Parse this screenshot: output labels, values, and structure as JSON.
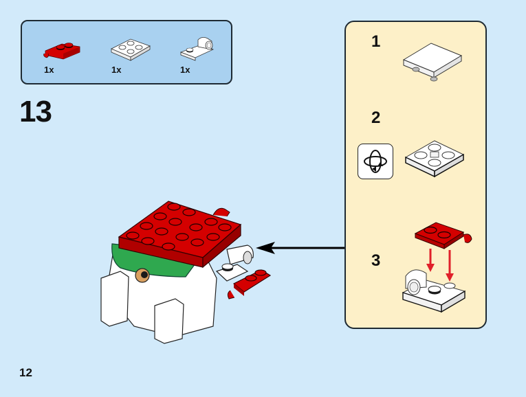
{
  "page": {
    "step_number": "13",
    "page_number": "12"
  },
  "parts_list": {
    "items": [
      {
        "name": "red-plate-1x2-with-clip",
        "color": "#d40000",
        "quantity": "1x"
      },
      {
        "name": "white-plate-2x2-inverted",
        "color": "#ffffff",
        "quantity": "1x"
      },
      {
        "name": "white-plate-with-pin-hole",
        "color": "#ffffff",
        "quantity": "1x"
      }
    ]
  },
  "sub_assembly": {
    "steps": [
      {
        "number": "1"
      },
      {
        "number": "2",
        "icon": "rotate-model-icon"
      },
      {
        "number": "3"
      }
    ]
  },
  "colors": {
    "background": "#d2eafa",
    "parts_box": "#a9d1f0",
    "sub_box": "#fdf0c8",
    "brick_red": "#d40000",
    "brick_green": "#2fa84f",
    "brick_tan": "#d9a060",
    "arrow_red": "#e0202a"
  }
}
